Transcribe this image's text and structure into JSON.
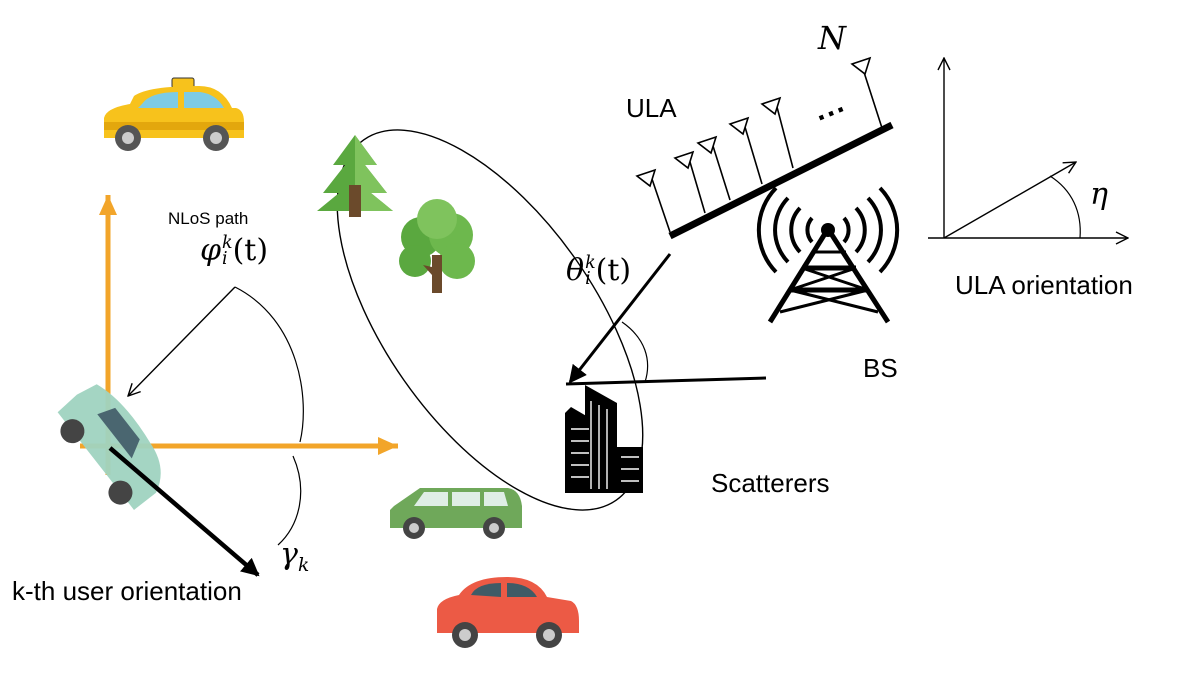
{
  "labels": {
    "ula": "ULA",
    "n": "N",
    "dots": "...",
    "eta": "η",
    "ula_orientation": "ULA orientation",
    "bs": "BS",
    "scatterers": "Scatterers",
    "nlos_path": "NLoS path",
    "phi": {
      "base": "φ",
      "sup": "k",
      "sub": "i",
      "arg": "(t)"
    },
    "theta": {
      "base": "θ",
      "sup": "k",
      "sub": "i",
      "arg": "(t)"
    },
    "gamma": {
      "base": "γ",
      "sub": "k"
    },
    "user_orientation": "k-th user orientation"
  },
  "colors": {
    "axis_orange": "#f2a52a",
    "taxi_yellow": "#f7c21c",
    "car_green": "#6fa85a",
    "car_red": "#ec5a45",
    "car_teal": "#9fd3c0",
    "tree_green": "#5aa83f",
    "tree_trunk": "#6b4a2b",
    "ink": "#000000"
  },
  "icons": [
    "taxi-icon",
    "car-icon",
    "tree-icon",
    "building-icon",
    "antenna-tower-icon",
    "antenna-element-icon"
  ]
}
